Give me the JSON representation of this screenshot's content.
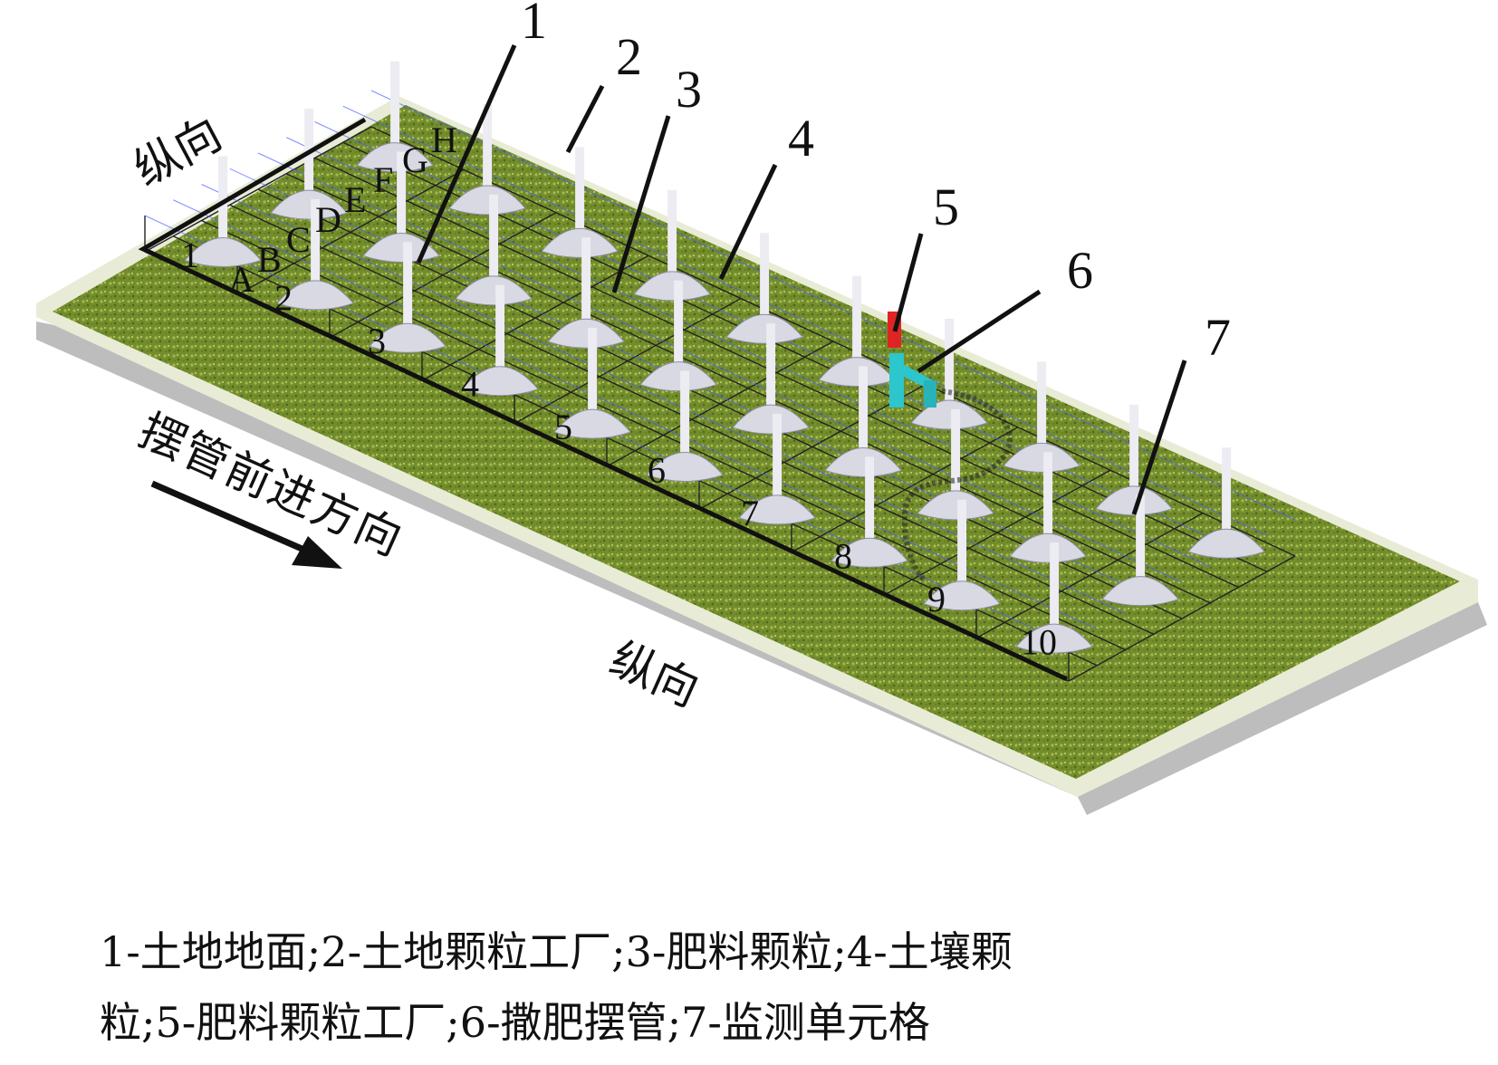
{
  "diagram": {
    "callouts": [
      "1",
      "2",
      "3",
      "4",
      "5",
      "6",
      "7"
    ],
    "direction_labels": {
      "longitudinal_top": "纵向",
      "longitudinal_bottom": "纵向",
      "advance": "摆管前进方向"
    },
    "column_labels": [
      "A",
      "B",
      "C",
      "D",
      "E",
      "F",
      "G",
      "H"
    ],
    "row_labels": [
      "1",
      "2",
      "3",
      "4",
      "5",
      "6",
      "7",
      "8",
      "9",
      "10"
    ],
    "colors": {
      "soil": "#6f8a2c",
      "soil_edge": "#e8ecd6",
      "factory": "#d9d9e4",
      "fertilizer_factory": "#e02424",
      "swing_pipe": "#2cc6cc",
      "grid": "#222222"
    }
  },
  "caption": {
    "line1": "1-土地地面;2-土地颗粒工厂;3-肥料颗粒;4-土壤颗",
    "line2": "粒;5-肥料颗粒工厂;6-撒肥摆管;7-监测单元格"
  }
}
